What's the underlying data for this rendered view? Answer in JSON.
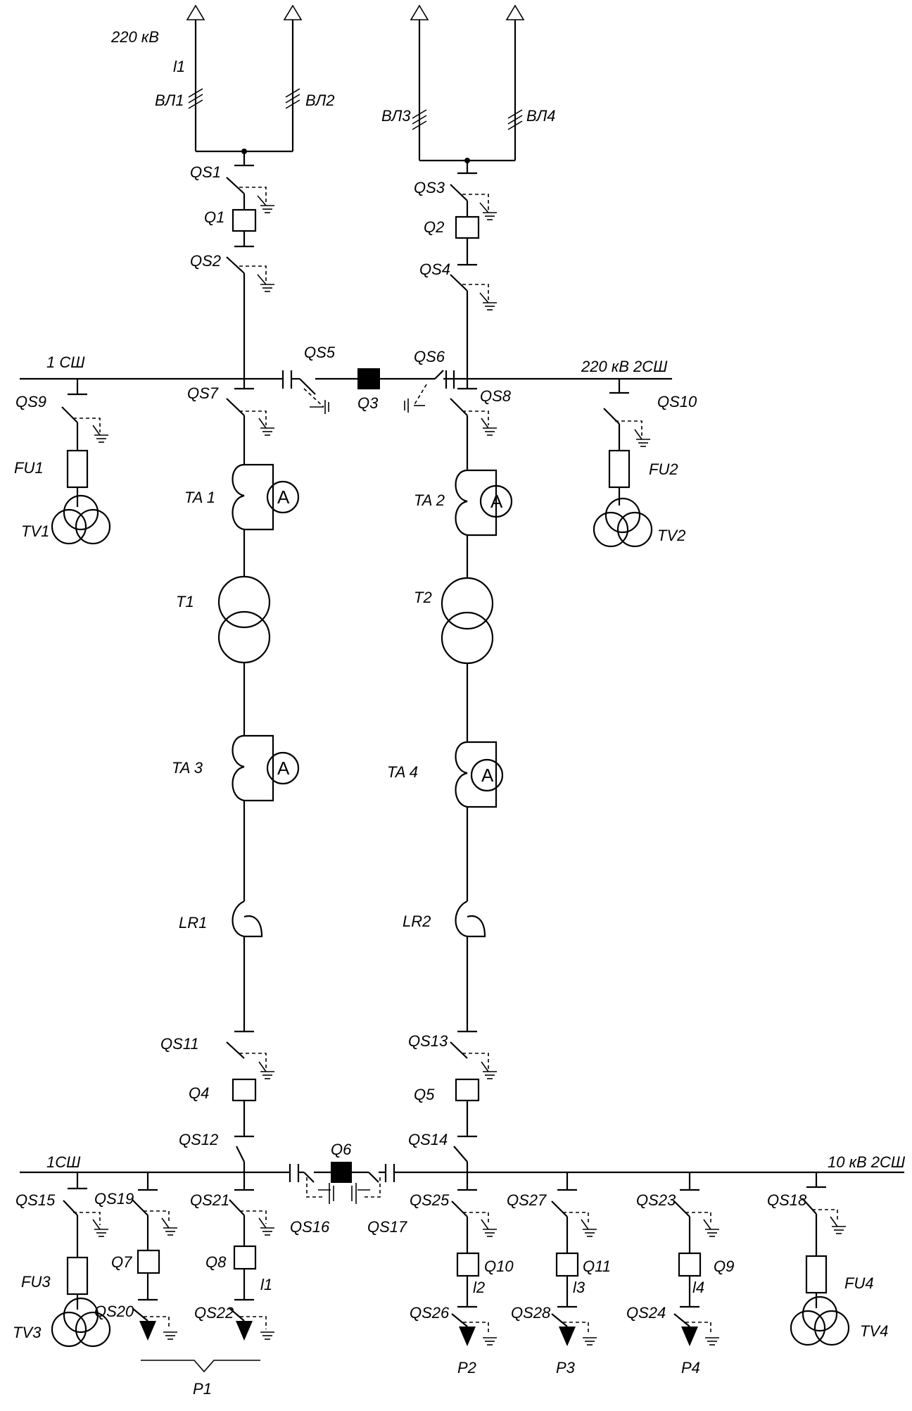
{
  "labels": {
    "v220": "220 кВ",
    "l1_top": "l1",
    "vl1": "ВЛ1",
    "vl2": "ВЛ2",
    "vl3": "ВЛ3",
    "vl4": "ВЛ4",
    "qs1": "QS1",
    "q1": "Q1",
    "qs2": "QS2",
    "qs3": "QS3",
    "q2": "Q2",
    "qs4": "QS4",
    "bus1_220": "1 СШ",
    "bus2_220": "220 кВ  2СШ",
    "qs5": "QS5",
    "qs6": "QS6",
    "q3": "Q3",
    "qs7": "QS7",
    "qs8": "QS8",
    "qs9": "QS9",
    "qs10": "QS10",
    "fu1": "FU1",
    "fu2": "FU2",
    "tv1": "TV1",
    "tv2": "TV2",
    "ta1": "TA 1",
    "ta2": "TA 2",
    "t1": "T1",
    "t2": "T2",
    "ta3": "TA 3",
    "ta4": "TA 4",
    "lr1": "LR1",
    "lr2": "LR2",
    "qs11": "QS11",
    "q4": "Q4",
    "qs12": "QS12",
    "qs13": "QS13",
    "q5": "Q5",
    "qs14": "QS14",
    "bus1_10": "1СШ",
    "bus2_10": "10 кВ  2СШ",
    "q6": "Q6",
    "qs16": "QS16",
    "qs17": "QS17",
    "qs15": "QS15",
    "qs19": "QS19",
    "qs21": "QS21",
    "q7": "Q7",
    "q8": "Q8",
    "l1_bottom": "l1",
    "fu3": "FU3",
    "tv3": "TV3",
    "qs20": "QS20",
    "qs22": "QS22",
    "p1": "P1",
    "qs25": "QS25",
    "q10": "Q10",
    "l2": "l2",
    "qs26": "QS26",
    "p2": "P2",
    "qs27": "QS27",
    "q11": "Q11",
    "l3": "l3",
    "qs28": "QS28",
    "p3": "P3",
    "qs23": "QS23",
    "q9": "Q9",
    "l4": "l4",
    "qs24": "QS24",
    "p4": "P4",
    "qs18": "QS18",
    "fu4": "FU4",
    "tv4": "TV4",
    "ammeter": "A"
  }
}
